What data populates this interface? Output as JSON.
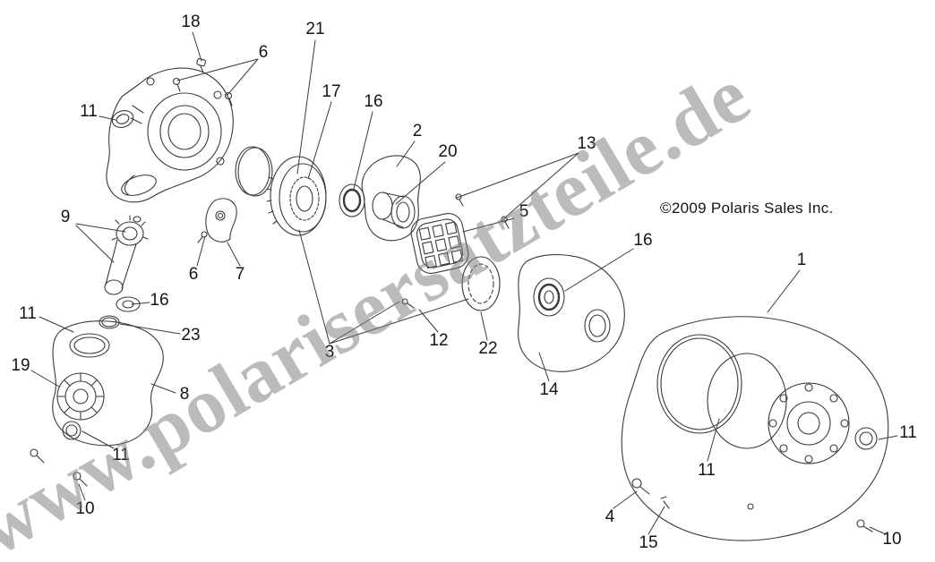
{
  "watermark": "www.polarisersatzteile.de",
  "copyright": "©2009 Polaris Sales Inc.",
  "callouts": [
    {
      "label": "18"
    },
    {
      "label": "6"
    },
    {
      "label": "21"
    },
    {
      "label": "17"
    },
    {
      "label": "16"
    },
    {
      "label": "2"
    },
    {
      "label": "20"
    },
    {
      "label": "13"
    },
    {
      "label": "11"
    },
    {
      "label": "5"
    },
    {
      "label": "16"
    },
    {
      "label": "1"
    },
    {
      "label": "9"
    },
    {
      "label": "6"
    },
    {
      "label": "7"
    },
    {
      "label": "16"
    },
    {
      "label": "23"
    },
    {
      "label": "11"
    },
    {
      "label": "3"
    },
    {
      "label": "12"
    },
    {
      "label": "22"
    },
    {
      "label": "14"
    },
    {
      "label": "19"
    },
    {
      "label": "8"
    },
    {
      "label": "11"
    },
    {
      "label": "10"
    },
    {
      "label": "11"
    },
    {
      "label": "4"
    },
    {
      "label": "15"
    },
    {
      "label": "11"
    },
    {
      "label": "10"
    }
  ]
}
